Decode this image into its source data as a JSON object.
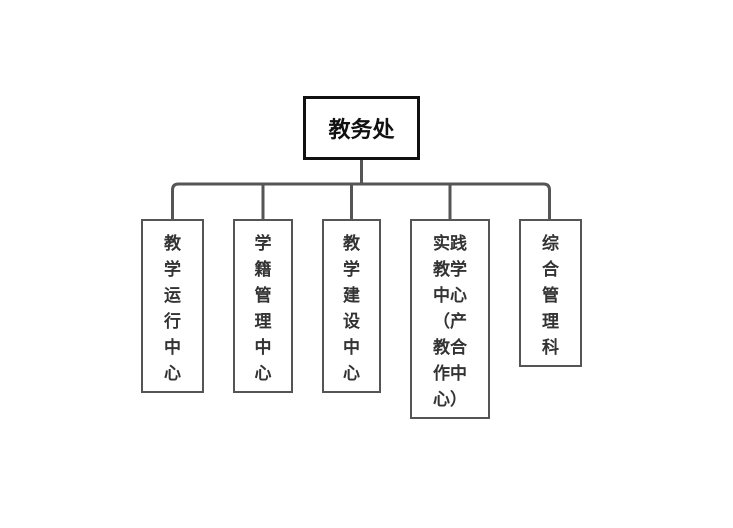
{
  "root": {
    "label": "教务处"
  },
  "children": [
    {
      "label": "教学运行中心"
    },
    {
      "label": "学籍管理中心"
    },
    {
      "label": "教学建设中心"
    },
    {
      "label": "实践教学中心（产教合作中心）"
    },
    {
      "label": "综合管理科"
    }
  ],
  "colors": {
    "connector": "#555555",
    "root_border": "#111111",
    "child_border": "#555555",
    "text": "#333333"
  }
}
